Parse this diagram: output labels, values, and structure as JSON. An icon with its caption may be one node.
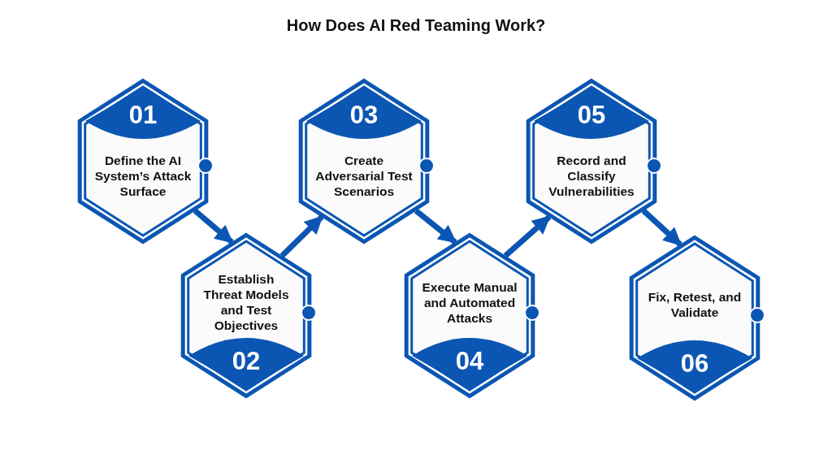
{
  "diagram": {
    "title": "How Does AI Red Teaming Work?",
    "nodes": [
      {
        "text": [
          "01",
          "Define the AI System’s Attack Surface"
        ]
      },
      {
        "text": [
          "Establish Threat Models and Test Objectives",
          "02"
        ]
      },
      {
        "text": [
          "03",
          "Create Adversarial Test Scenarios"
        ]
      },
      {
        "text": [
          "Execute Manual and Automated Attacks",
          "04"
        ]
      },
      {
        "text": [
          "05",
          "Record and Classify Vulnerabilities"
        ]
      },
      {
        "text": [
          "Fix, Retest, and Validate",
          "06"
        ]
      }
    ],
    "edges": [
      {
        "from": 0,
        "to": 1,
        "arrow": "to"
      },
      {
        "from": 1,
        "to": 2,
        "arrow": "to"
      },
      {
        "from": 2,
        "to": 3,
        "arrow": "to"
      },
      {
        "from": 3,
        "to": 4,
        "arrow": "to"
      },
      {
        "from": 4,
        "to": 5,
        "arrow": "to"
      }
    ]
  }
}
